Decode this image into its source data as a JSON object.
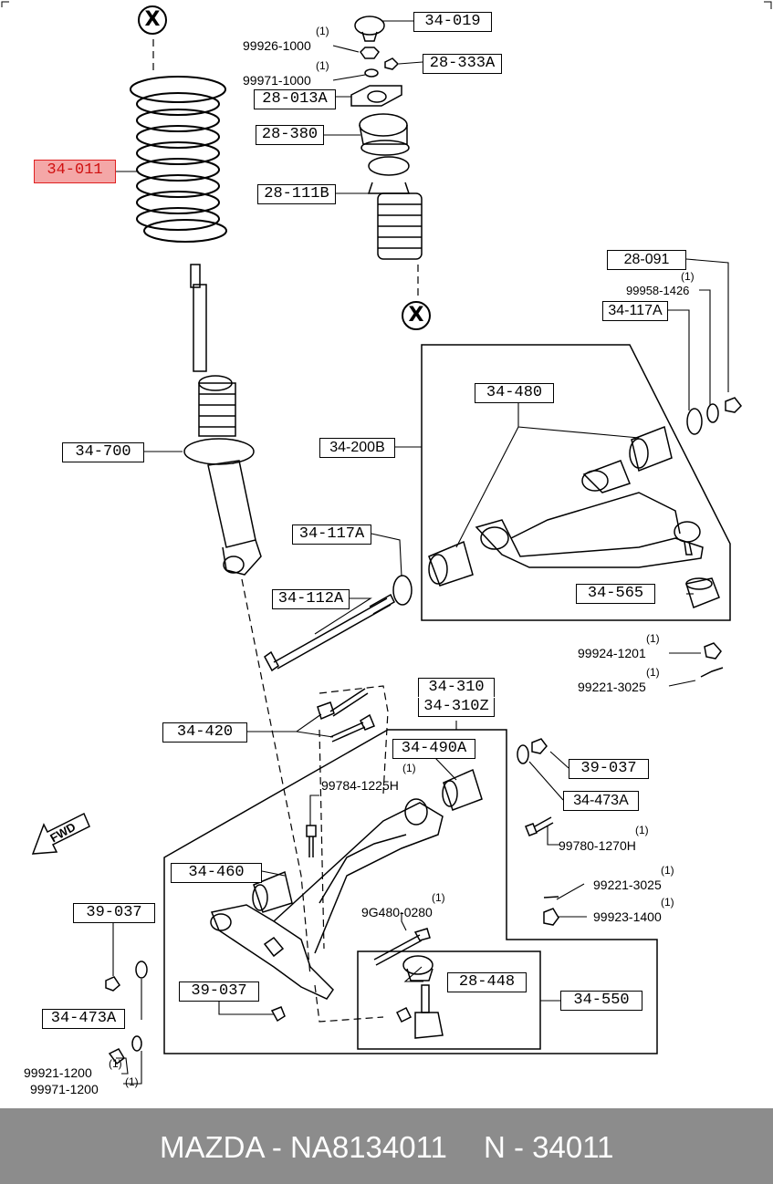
{
  "labels": {
    "l34019": "34-019",
    "l28333A": "28-333A",
    "l28013A": "28-013A",
    "l28380": "28-380",
    "l34011": "34-011",
    "l28111B": "28-111B",
    "l28091": "28-091",
    "l34117A_top": "34-117A",
    "l34480": "34-480",
    "l34200B": "34-200B",
    "l34700": "34-700",
    "l34117A_mid": "34-117A",
    "l34112A": "34-112A",
    "l34565": "34-565",
    "l34310": "34-310",
    "l34310Z": "34-310Z",
    "l34420": "34-420",
    "l34490A": "34-490A",
    "l39037_right": "39-037",
    "l34473A_right": "34-473A",
    "l34460": "34-460",
    "l39037_left": "39-037",
    "l39037_mid": "39-037",
    "l28448": "28-448",
    "l34550": "34-550",
    "l34473A_left": "34-473A"
  },
  "parts": {
    "p99926": "99926-1000",
    "p99971a": "99971-1000",
    "p99958": "99958-1426",
    "p99924": "99924-1201",
    "p99221a": "99221-3025",
    "p99784": "99784-1225H",
    "p99780": "99780-1270H",
    "p99221b": "99221-3025",
    "p99923": "99923-1400",
    "p9G480": "9G480-0280",
    "p99921": "99921-1200",
    "p99971b": "99971-1200"
  },
  "qty": "(1)",
  "x_marker": "X",
  "fwd_label": "FWD",
  "footer": {
    "brand_part": "MAZDA - NA8134011",
    "code": "N - 34011"
  },
  "colors": {
    "highlight_fill": "#f4a7a7",
    "highlight_text": "#d01010",
    "footer_bg": "#8c8c8c"
  }
}
